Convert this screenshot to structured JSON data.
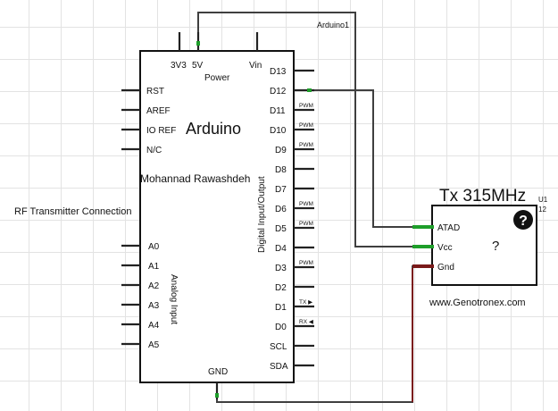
{
  "part_labels": {
    "arduino_ref": "Arduino1",
    "arduino_title": "Arduino",
    "author": "Mohannad Rawashdeh",
    "project_title": "RF Transmitter Connection",
    "power": "Power",
    "digital_io": "Digital Input/Output",
    "analog_input": "Analog Input",
    "gnd": "GND"
  },
  "power_pins": {
    "v33": "3V3",
    "v5": "5V",
    "vin": "Vin"
  },
  "left_top_pins": [
    "RST",
    "AREF",
    "IO REF",
    "N/C"
  ],
  "analog_pins": [
    "A0",
    "A1",
    "A2",
    "A3",
    "A4",
    "A5"
  ],
  "digital_pins": [
    "D13",
    "D12",
    "D11",
    "D10",
    "D9",
    "D8",
    "D7",
    "D6",
    "D5",
    "D4",
    "D3",
    "D2",
    "D1",
    "D0",
    "SCL",
    "SDA"
  ],
  "pin_tags": {
    "D11": "PWM",
    "D10": "PWM",
    "D9": "PWM",
    "D6": "PWM",
    "D5": "PWM",
    "D3": "PWM",
    "D1": "TX ▶",
    "D0": "RX ◀"
  },
  "transmitter": {
    "title": "Tx 315MHz",
    "ref_u": "U1",
    "ref_num": "12",
    "pins": [
      "ATAD",
      "Vcc",
      "Gnd"
    ],
    "unknown": "?",
    "help_glyph": "?",
    "website": "www.Genotronex.com"
  },
  "colors": {
    "wire": "#3f3f3f",
    "wire_red": "#7a1a1a",
    "connector_green": "#1e9e2a",
    "pin": "#222222"
  }
}
